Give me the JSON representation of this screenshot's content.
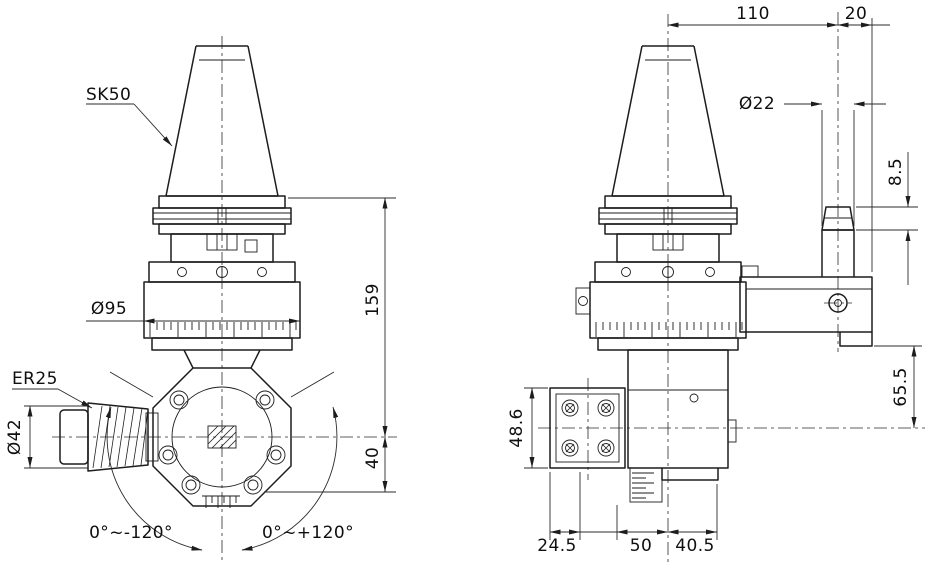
{
  "page": {
    "background": "#ffffff",
    "line_color": "#1d1d1d"
  },
  "front_view": {
    "taper_label": "SK50",
    "collet_label": "ER25",
    "body_diameter": "Ø95",
    "collet_diameter": "Ø42",
    "gauge_to_axis": "159",
    "axis_to_nose": "40",
    "swivel_negative": "0°~-120°",
    "swivel_positive": "0°~+120°"
  },
  "side_view": {
    "arm_center_distance": "110",
    "arm_end_offset": "20",
    "pin_diameter": "Ø22",
    "pin_step_height": "8.5",
    "arm_to_axis": "65.5",
    "flange_height": "48.6",
    "base_left": "24.5",
    "base_center": "50",
    "base_right": "40.5"
  }
}
